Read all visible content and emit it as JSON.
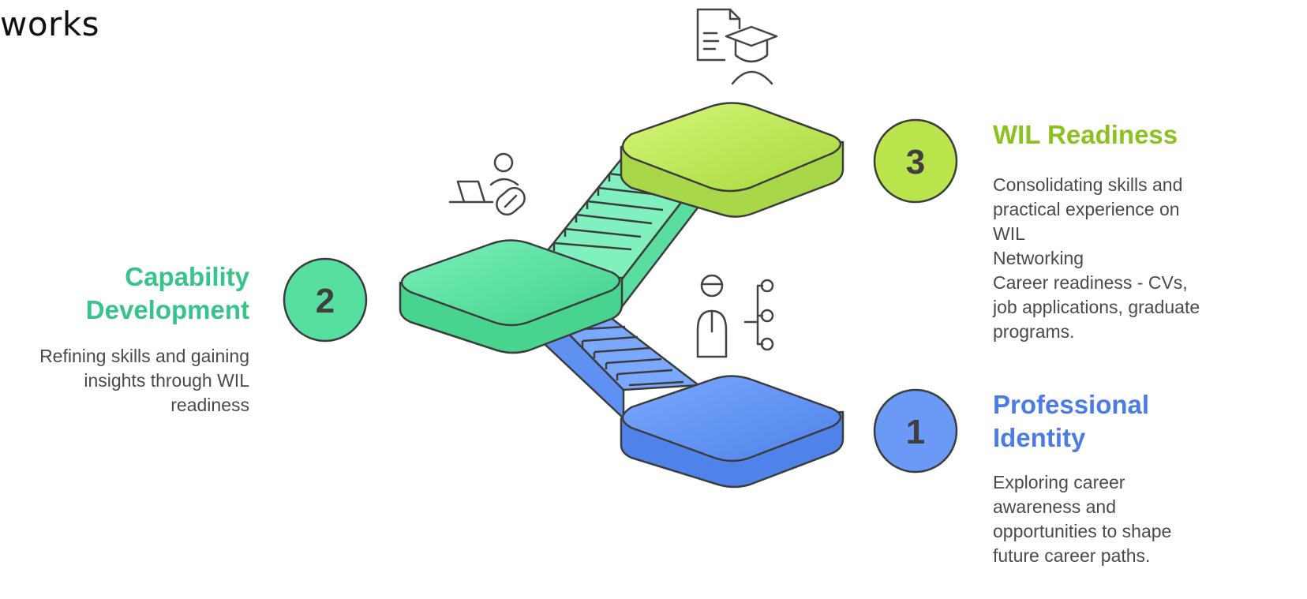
{
  "header": {
    "title": "works"
  },
  "steps": [
    {
      "number": "1",
      "title": "Professional Identity",
      "description_lines": [
        "Exploring career",
        "awareness and",
        "opportunities to shape",
        "future career paths."
      ],
      "color": "#5b8ef0",
      "icon": "person-network-icon"
    },
    {
      "number": "2",
      "title": "Capability Development",
      "description_lines": [
        "Refining skills and gaining",
        "insights through WIL",
        "readiness"
      ],
      "color": "#4ddb9a",
      "icon": "person-laptop-icon"
    },
    {
      "number": "3",
      "title": "WIL Readiness",
      "description_lines": [
        "Consolidating skills and",
        "practical experience on",
        "WIL",
        "Networking",
        "Career readiness - CVs,",
        "job applications, graduate",
        "programs."
      ],
      "color": "#b9e44b",
      "icon": "graduate-document-icon"
    }
  ],
  "colors": {
    "blue": "#5b8ef0",
    "green": "#4ddb9a",
    "lime": "#b9e44b",
    "outline": "#3c3c3c"
  }
}
